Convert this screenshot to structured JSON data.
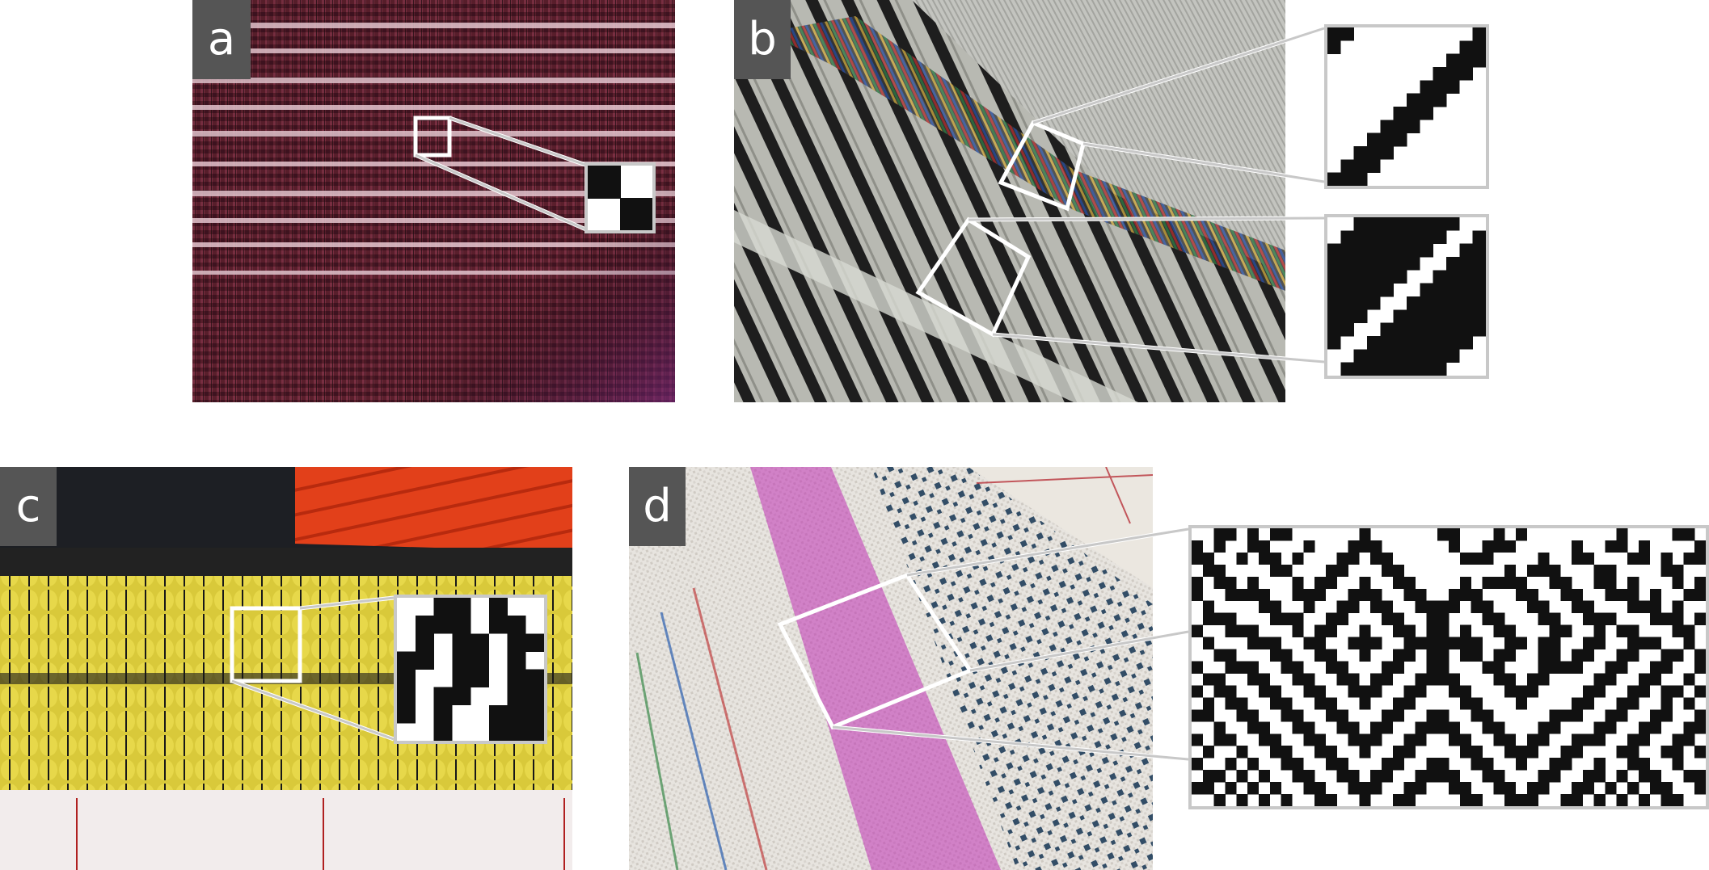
{
  "panels": [
    {
      "id": "a",
      "label": "a",
      "photo": "woven-fabric-dark-maroon-pink-weft-stripes",
      "base_color": "#5a1f2c",
      "thread_color": "#e8c9d2"
    },
    {
      "id": "b",
      "label": "b",
      "photo": "loom-close-up-twill-weave-grey-black-multicolor-weft",
      "base_color": "#b9bab4",
      "thread_color": "#1c1c1c"
    },
    {
      "id": "c",
      "label": "c",
      "photo": "yellow-weave-black-band-orange-red-top",
      "base_color": "#d9c93a",
      "thread_color": "#111111"
    },
    {
      "id": "d",
      "label": "d",
      "photo": "white-warp-weave-magenta-dark-blue-pattern",
      "base_color": "#e7e4df",
      "thread_color": "#c02fb3"
    }
  ],
  "insets": {
    "a_checker": [
      [
        1,
        0
      ],
      [
        0,
        1
      ]
    ],
    "b_top_diagonal": [
      [
        1,
        1,
        0,
        0,
        0,
        0,
        0,
        0,
        0,
        0,
        0,
        1
      ],
      [
        1,
        0,
        0,
        0,
        0,
        0,
        0,
        0,
        0,
        0,
        1,
        1
      ],
      [
        0,
        0,
        0,
        0,
        0,
        0,
        0,
        0,
        0,
        1,
        1,
        1
      ],
      [
        0,
        0,
        0,
        0,
        0,
        0,
        0,
        0,
        1,
        1,
        1,
        0
      ],
      [
        0,
        0,
        0,
        0,
        0,
        0,
        0,
        1,
        1,
        1,
        0,
        0
      ],
      [
        0,
        0,
        0,
        0,
        0,
        0,
        1,
        1,
        1,
        0,
        0,
        0
      ],
      [
        0,
        0,
        0,
        0,
        0,
        1,
        1,
        1,
        0,
        0,
        0,
        0
      ],
      [
        0,
        0,
        0,
        0,
        1,
        1,
        1,
        0,
        0,
        0,
        0,
        0
      ],
      [
        0,
        0,
        0,
        1,
        1,
        1,
        0,
        0,
        0,
        0,
        0,
        0
      ],
      [
        0,
        0,
        1,
        1,
        1,
        0,
        0,
        0,
        0,
        0,
        0,
        0
      ],
      [
        0,
        1,
        1,
        1,
        0,
        0,
        0,
        0,
        0,
        0,
        0,
        0
      ],
      [
        1,
        1,
        1,
        0,
        0,
        0,
        0,
        0,
        0,
        0,
        0,
        0
      ]
    ],
    "b_bottom_diagonal": [
      [
        0,
        0,
        1,
        1,
        1,
        1,
        1,
        1,
        1,
        1,
        0,
        0
      ],
      [
        0,
        1,
        1,
        1,
        1,
        1,
        1,
        1,
        1,
        0,
        0,
        1
      ],
      [
        1,
        1,
        1,
        1,
        1,
        1,
        1,
        1,
        0,
        0,
        1,
        1
      ],
      [
        1,
        1,
        1,
        1,
        1,
        1,
        1,
        0,
        0,
        1,
        1,
        1
      ],
      [
        1,
        1,
        1,
        1,
        1,
        1,
        0,
        0,
        1,
        1,
        1,
        1
      ],
      [
        1,
        1,
        1,
        1,
        1,
        0,
        0,
        1,
        1,
        1,
        1,
        1
      ],
      [
        1,
        1,
        1,
        1,
        0,
        0,
        1,
        1,
        1,
        1,
        1,
        1
      ],
      [
        1,
        1,
        1,
        0,
        0,
        1,
        1,
        1,
        1,
        1,
        1,
        1
      ],
      [
        1,
        1,
        0,
        0,
        1,
        1,
        1,
        1,
        1,
        1,
        1,
        1
      ],
      [
        1,
        0,
        0,
        1,
        1,
        1,
        1,
        1,
        1,
        1,
        1,
        0
      ],
      [
        0,
        0,
        1,
        1,
        1,
        1,
        1,
        1,
        1,
        1,
        0,
        0
      ],
      [
        0,
        1,
        1,
        1,
        1,
        1,
        1,
        1,
        1,
        0,
        0,
        0
      ]
    ],
    "c_blocks": [
      [
        0,
        0,
        1,
        1,
        0,
        1,
        0,
        0
      ],
      [
        0,
        1,
        1,
        1,
        0,
        1,
        1,
        0
      ],
      [
        0,
        1,
        0,
        1,
        1,
        0,
        1,
        1
      ],
      [
        1,
        1,
        0,
        1,
        1,
        0,
        1,
        0
      ],
      [
        1,
        0,
        0,
        1,
        1,
        0,
        1,
        1
      ],
      [
        1,
        0,
        1,
        1,
        0,
        0,
        1,
        1
      ],
      [
        1,
        0,
        1,
        0,
        0,
        1,
        1,
        1
      ],
      [
        0,
        0,
        1,
        0,
        0,
        1,
        1,
        1
      ]
    ],
    "d_pattern": [
      [
        0,
        0,
        1,
        1,
        0,
        1,
        0,
        1,
        1,
        0,
        0,
        0,
        0,
        0,
        0,
        1,
        0,
        0,
        0,
        0,
        0,
        0,
        1,
        1,
        0,
        0,
        0,
        1,
        0,
        1,
        0,
        0,
        0,
        0,
        0,
        0,
        0,
        0,
        1,
        0,
        0,
        0,
        0,
        1,
        1,
        0
      ],
      [
        1,
        0,
        1,
        0,
        0,
        1,
        1,
        0,
        0,
        0,
        1,
        0,
        0,
        0,
        1,
        1,
        1,
        0,
        0,
        0,
        0,
        0,
        0,
        1,
        0,
        0,
        1,
        1,
        1,
        0,
        0,
        0,
        0,
        0,
        1,
        0,
        0,
        1,
        1,
        0,
        1,
        0,
        0,
        0,
        0,
        1
      ],
      [
        1,
        1,
        0,
        0,
        1,
        0,
        1,
        1,
        0,
        1,
        0,
        0,
        0,
        1,
        1,
        0,
        1,
        1,
        0,
        0,
        0,
        0,
        0,
        0,
        1,
        1,
        1,
        0,
        0,
        0,
        0,
        1,
        0,
        0,
        1,
        1,
        0,
        0,
        0,
        1,
        1,
        0,
        1,
        0,
        1,
        1
      ],
      [
        0,
        1,
        1,
        0,
        0,
        0,
        0,
        1,
        1,
        0,
        0,
        0,
        1,
        1,
        0,
        0,
        0,
        1,
        1,
        0,
        0,
        0,
        0,
        0,
        0,
        0,
        0,
        0,
        1,
        0,
        1,
        1,
        1,
        0,
        0,
        0,
        1,
        1,
        0,
        0,
        0,
        0,
        1,
        1,
        0,
        0
      ],
      [
        1,
        0,
        1,
        1,
        0,
        1,
        0,
        0,
        0,
        1,
        0,
        1,
        1,
        0,
        0,
        1,
        0,
        0,
        1,
        1,
        0,
        0,
        0,
        0,
        1,
        0,
        1,
        1,
        1,
        1,
        0,
        0,
        1,
        1,
        0,
        0,
        1,
        1,
        0,
        1,
        0,
        0,
        0,
        1,
        0,
        1
      ],
      [
        1,
        0,
        0,
        1,
        1,
        1,
        1,
        0,
        0,
        1,
        1,
        1,
        0,
        0,
        1,
        1,
        1,
        0,
        0,
        1,
        1,
        0,
        0,
        1,
        1,
        1,
        0,
        0,
        0,
        1,
        1,
        0,
        0,
        1,
        1,
        0,
        0,
        1,
        1,
        1,
        0,
        1,
        0,
        0,
        1,
        1
      ],
      [
        0,
        1,
        0,
        0,
        0,
        0,
        1,
        1,
        0,
        0,
        1,
        0,
        0,
        1,
        1,
        0,
        1,
        1,
        0,
        0,
        1,
        1,
        1,
        1,
        0,
        1,
        1,
        0,
        0,
        0,
        1,
        1,
        0,
        0,
        1,
        1,
        0,
        0,
        0,
        1,
        1,
        1,
        0,
        1,
        0,
        0
      ],
      [
        0,
        1,
        1,
        1,
        0,
        0,
        0,
        1,
        1,
        1,
        0,
        0,
        1,
        1,
        0,
        0,
        0,
        1,
        1,
        0,
        0,
        1,
        1,
        0,
        0,
        0,
        1,
        1,
        0,
        0,
        0,
        1,
        1,
        0,
        0,
        1,
        1,
        1,
        0,
        0,
        0,
        1,
        1,
        1,
        0,
        1
      ],
      [
        1,
        0,
        0,
        1,
        1,
        1,
        0,
        0,
        0,
        1,
        0,
        1,
        1,
        0,
        0,
        1,
        0,
        0,
        1,
        1,
        0,
        1,
        1,
        0,
        1,
        0,
        0,
        1,
        1,
        0,
        0,
        0,
        1,
        1,
        0,
        0,
        1,
        0,
        1,
        1,
        0,
        0,
        0,
        1,
        1,
        0
      ],
      [
        0,
        1,
        0,
        0,
        0,
        1,
        1,
        1,
        0,
        0,
        1,
        1,
        0,
        0,
        1,
        1,
        1,
        0,
        0,
        1,
        1,
        1,
        1,
        1,
        1,
        1,
        0,
        0,
        1,
        1,
        0,
        1,
        1,
        0,
        0,
        1,
        1,
        0,
        0,
        1,
        1,
        1,
        0,
        0,
        1,
        0
      ],
      [
        0,
        0,
        1,
        1,
        0,
        0,
        0,
        1,
        1,
        0,
        0,
        1,
        1,
        0,
        0,
        1,
        0,
        0,
        1,
        1,
        0,
        1,
        1,
        0,
        1,
        1,
        0,
        1,
        1,
        0,
        0,
        1,
        1,
        0,
        1,
        1,
        0,
        0,
        1,
        1,
        0,
        0,
        1,
        1,
        0,
        1
      ],
      [
        1,
        0,
        0,
        1,
        1,
        1,
        0,
        0,
        1,
        1,
        0,
        0,
        1,
        1,
        0,
        0,
        0,
        1,
        1,
        0,
        0,
        1,
        1,
        0,
        0,
        0,
        1,
        1,
        0,
        0,
        0,
        1,
        1,
        1,
        1,
        0,
        0,
        1,
        1,
        0,
        0,
        1,
        1,
        0,
        0,
        1
      ],
      [
        0,
        1,
        1,
        0,
        0,
        1,
        1,
        0,
        0,
        1,
        1,
        0,
        0,
        1,
        1,
        0,
        1,
        1,
        0,
        0,
        1,
        1,
        1,
        1,
        0,
        0,
        0,
        1,
        1,
        0,
        1,
        1,
        0,
        0,
        0,
        0,
        1,
        1,
        0,
        0,
        1,
        1,
        0,
        0,
        1,
        0
      ],
      [
        1,
        0,
        1,
        1,
        0,
        0,
        1,
        1,
        0,
        0,
        1,
        1,
        0,
        0,
        1,
        1,
        1,
        0,
        0,
        1,
        1,
        0,
        0,
        1,
        1,
        0,
        0,
        0,
        1,
        1,
        1,
        0,
        0,
        0,
        0,
        1,
        1,
        0,
        0,
        1,
        1,
        0,
        1,
        1,
        0,
        1
      ],
      [
        0,
        1,
        0,
        1,
        1,
        0,
        0,
        1,
        1,
        0,
        0,
        1,
        1,
        0,
        0,
        1,
        0,
        0,
        1,
        1,
        0,
        0,
        0,
        0,
        1,
        1,
        0,
        0,
        0,
        1,
        0,
        0,
        0,
        0,
        1,
        1,
        0,
        0,
        1,
        1,
        0,
        0,
        1,
        0,
        1,
        0
      ],
      [
        1,
        1,
        0,
        0,
        1,
        1,
        0,
        0,
        1,
        1,
        0,
        0,
        1,
        1,
        0,
        0,
        0,
        1,
        1,
        0,
        0,
        1,
        1,
        0,
        0,
        1,
        1,
        0,
        0,
        0,
        0,
        0,
        1,
        1,
        1,
        0,
        0,
        1,
        1,
        0,
        0,
        1,
        1,
        0,
        0,
        1
      ],
      [
        0,
        0,
        1,
        0,
        0,
        1,
        1,
        0,
        0,
        1,
        1,
        0,
        0,
        1,
        1,
        0,
        1,
        1,
        0,
        0,
        1,
        1,
        1,
        1,
        0,
        0,
        1,
        1,
        0,
        0,
        0,
        1,
        1,
        0,
        0,
        0,
        1,
        1,
        0,
        0,
        1,
        1,
        0,
        0,
        1,
        1
      ],
      [
        1,
        0,
        1,
        1,
        0,
        0,
        1,
        1,
        0,
        0,
        1,
        1,
        0,
        0,
        1,
        1,
        1,
        0,
        0,
        1,
        1,
        0,
        0,
        1,
        1,
        0,
        0,
        1,
        1,
        0,
        1,
        1,
        0,
        0,
        1,
        1,
        1,
        0,
        0,
        1,
        1,
        0,
        0,
        1,
        1,
        0
      ],
      [
        0,
        1,
        0,
        0,
        1,
        0,
        0,
        1,
        1,
        0,
        0,
        1,
        1,
        0,
        0,
        1,
        0,
        0,
        1,
        1,
        0,
        0,
        0,
        0,
        1,
        1,
        0,
        0,
        1,
        1,
        1,
        0,
        0,
        1,
        1,
        0,
        0,
        0,
        1,
        1,
        0,
        0,
        1,
        1,
        0,
        1
      ],
      [
        1,
        0,
        0,
        1,
        0,
        1,
        0,
        0,
        1,
        1,
        0,
        0,
        1,
        1,
        0,
        0,
        0,
        1,
        1,
        0,
        0,
        1,
        1,
        0,
        0,
        1,
        1,
        0,
        0,
        1,
        0,
        0,
        1,
        1,
        0,
        0,
        1,
        0,
        0,
        1,
        1,
        0,
        0,
        1,
        0,
        0
      ],
      [
        0,
        1,
        1,
        0,
        1,
        0,
        1,
        0,
        0,
        1,
        1,
        0,
        0,
        1,
        1,
        0,
        1,
        1,
        0,
        0,
        1,
        1,
        1,
        1,
        0,
        0,
        1,
        1,
        0,
        0,
        0,
        1,
        1,
        0,
        0,
        1,
        1,
        0,
        1,
        0,
        1,
        1,
        0,
        0,
        1,
        1
      ],
      [
        1,
        1,
        0,
        1,
        0,
        1,
        0,
        1,
        0,
        0,
        1,
        1,
        0,
        0,
        1,
        1,
        1,
        0,
        0,
        1,
        1,
        0,
        0,
        1,
        1,
        0,
        0,
        1,
        1,
        0,
        1,
        1,
        0,
        0,
        1,
        1,
        0,
        1,
        0,
        1,
        0,
        1,
        1,
        0,
        0,
        1
      ],
      [
        0,
        0,
        1,
        0,
        1,
        0,
        1,
        0,
        1,
        0,
        0,
        1,
        1,
        0,
        0,
        1,
        0,
        0,
        1,
        1,
        0,
        0,
        0,
        0,
        1,
        1,
        0,
        0,
        1,
        1,
        1,
        0,
        0,
        1,
        1,
        0,
        1,
        0,
        1,
        0,
        1,
        0,
        1,
        1,
        0,
        0
      ]
    ]
  }
}
